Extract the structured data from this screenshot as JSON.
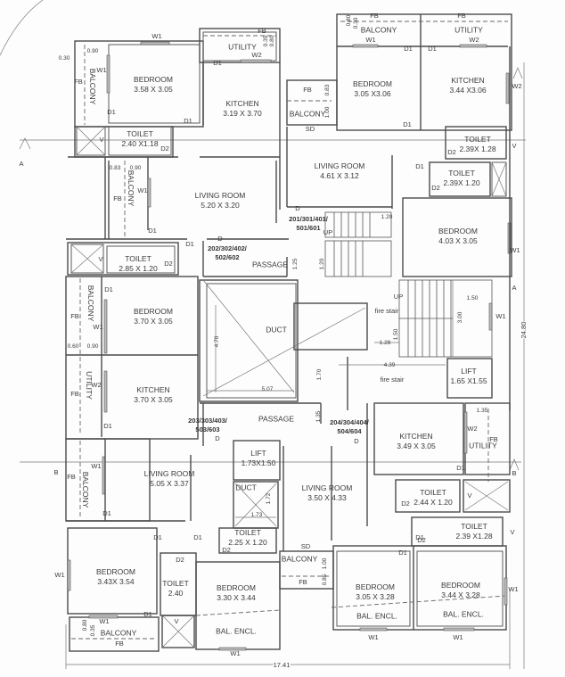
{
  "plan": {
    "units": [
      {
        "id": "unit-201",
        "label": "201/301/401/\n501/601",
        "l1": "201/301/401/",
        "l2": "501/601"
      },
      {
        "id": "unit-202",
        "l1": "202/302/402/",
        "l2": "502/602"
      },
      {
        "id": "unit-203",
        "l1": "203/303/403/",
        "l2": "503/603"
      },
      {
        "id": "unit-204",
        "l1": "204/304/404/",
        "l2": "504/604"
      }
    ],
    "rooms": [
      {
        "name": "BEDROOM",
        "dim": "3.58 X 3.05"
      },
      {
        "name": "UTILITY",
        "dim": ""
      },
      {
        "name": "KITCHEN",
        "dim": "3.19 X 3.70"
      },
      {
        "name": "TOILET",
        "dim": "2.40 X1.18"
      },
      {
        "name": "LIVING ROOM",
        "dim": "5.20 X 3.20"
      },
      {
        "name": "TOILET",
        "dim": "2.85 X 1.20"
      },
      {
        "name": "BEDROOM",
        "dim": "3.70 X 3.05"
      },
      {
        "name": "KITCHEN",
        "dim": "3.70 X 3.05"
      },
      {
        "name": "DUCT",
        "dim": ""
      },
      {
        "name": "PASSAGE",
        "dim": ""
      },
      {
        "name": "PASSAGE",
        "dim": ""
      },
      {
        "name": "LIVING ROOM",
        "dim": "5.05 X 3.37"
      },
      {
        "name": "LIFT",
        "dim": "1.73X1.50"
      },
      {
        "name": "DUCT",
        "dim": ""
      },
      {
        "name": "TOILET",
        "dim": "2.25 X 1.20"
      },
      {
        "name": "BEDROOM",
        "dim": "3.43X 3.54"
      },
      {
        "name": "TOILET",
        "dim": "2.40"
      },
      {
        "name": "BEDROOM",
        "dim": "3.30 X 3.44"
      },
      {
        "name": "BAL. ENCL.",
        "dim": ""
      },
      {
        "name": "BALCONY",
        "dim": ""
      },
      {
        "name": "LIVING ROOM",
        "dim": "3.50 X 4.33"
      },
      {
        "name": "KITCHEN",
        "dim": "3.49 X 3.05"
      },
      {
        "name": "UTILITY",
        "dim": ""
      },
      {
        "name": "TOILET",
        "dim": "2.44 X 1.20"
      },
      {
        "name": "TOILET",
        "dim": "2.39 X1.28"
      },
      {
        "name": "BEDROOM",
        "dim": "3.05 X 3.28"
      },
      {
        "name": "BAL. ENCL.",
        "dim": ""
      },
      {
        "name": "BEDROOM",
        "dim": "3.44 X 3.28"
      },
      {
        "name": "BAL. ENCL.",
        "dim": ""
      },
      {
        "name": "BALCONY",
        "dim": ""
      },
      {
        "name": "BEDROOM",
        "dim": "3.05 X3.06"
      },
      {
        "name": "UTILITY",
        "dim": ""
      },
      {
        "name": "KITCHEN",
        "dim": "3.44 X3.06"
      },
      {
        "name": "BALCONY",
        "dim": ""
      },
      {
        "name": "LIVING ROOM",
        "dim": "4.61 X 3.12"
      },
      {
        "name": "TOILET",
        "dim": "2.39X 1.28"
      },
      {
        "name": "TOILET",
        "dim": "2.39X 1.20"
      },
      {
        "name": "BEDROOM",
        "dim": "4.03 X 3.05"
      },
      {
        "name": "LIFT",
        "dim": "1.65 X1.55"
      },
      {
        "name": "BALCONY",
        "dim": ""
      },
      {
        "name": "BALCONY",
        "dim": ""
      },
      {
        "name": "UTILITY",
        "dim": ""
      },
      {
        "name": "BALCONY",
        "dim": ""
      }
    ],
    "stairs": {
      "up": "UP",
      "fire1": "fire stair",
      "fire2": "fire stair"
    },
    "dimensions": {
      "overall_width": "17.41",
      "overall_height": "24.80",
      "d_030": "0.30",
      "d_090a": "0.90",
      "d_083": "0.83",
      "d_090b": "0.90",
      "d_060": "0.60",
      "d_090c": "0.90",
      "d_470": "4.70",
      "d_507": "5.07",
      "d_170": "1.70",
      "d_125": "1.25",
      "d_135a": "1.35",
      "d_120a": "1.20",
      "d_120b": "1.20",
      "d_150a": "1.50",
      "d_300": "3.00",
      "d_150b": "1.50",
      "d_128": "1.28",
      "d_439": "4.39",
      "d_135b": "1.35",
      "d_172": "1.72",
      "d_173": "1.73",
      "d_080a": "0.80",
      "d_035a": "0.35",
      "d_080b": "0.80",
      "d_030b": "0.30",
      "d_083b": "0.83",
      "d_100a": "1.00",
      "d_100b": "1.00",
      "d_085": "0.85",
      "d_080c": "0.80",
      "d_035b": "0.35"
    },
    "section_marks": {
      "a": "A",
      "b": "B"
    },
    "symbols": {
      "fb": "FB",
      "w1": "W1",
      "w2": "W2",
      "d": "D",
      "d1": "D1",
      "d2": "D2",
      "v": "V",
      "sd": "SD"
    }
  }
}
